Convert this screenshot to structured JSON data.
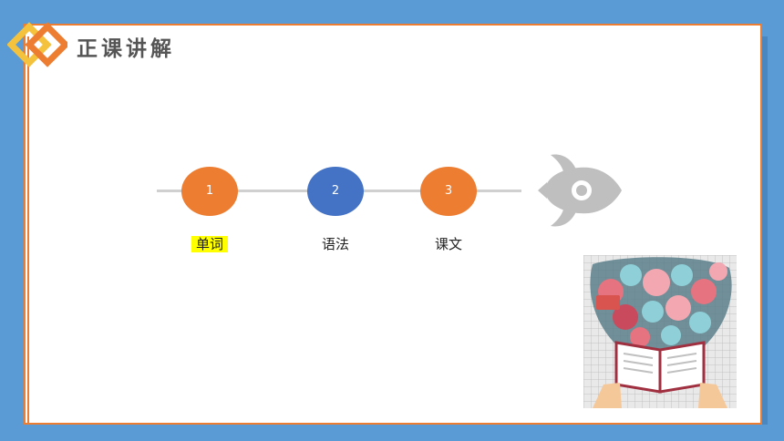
{
  "header": {
    "title": "正课讲解"
  },
  "steps": [
    {
      "number": "1",
      "label": "单词",
      "color": "#ed7d31",
      "highlighted": true
    },
    {
      "number": "2",
      "label": "语法",
      "color": "#4472c4",
      "highlighted": false
    },
    {
      "number": "3",
      "label": "课文",
      "color": "#ed7d31",
      "highlighted": false
    }
  ],
  "icons": {
    "logo": "orange-yellow-diamond-logo",
    "rocket": "rocket-icon",
    "illustration": "open-book-knowledge-illustration"
  },
  "colors": {
    "background": "#5b9bd5",
    "accent_orange": "#ed7d31",
    "accent_blue": "#4472c4",
    "highlight": "#ffff00"
  }
}
